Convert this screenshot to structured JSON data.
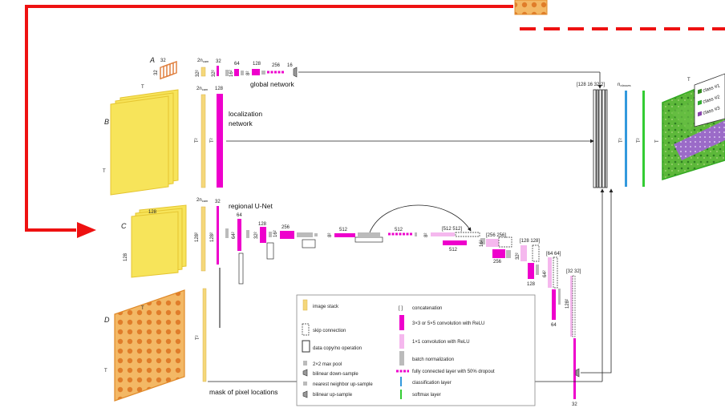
{
  "panels": {
    "A": "A",
    "B": "B",
    "C": "C",
    "D": "D"
  },
  "dims": {
    "a_32a": "32",
    "a_32b": "32",
    "b_T_top": "T",
    "b_T_side": "T",
    "c_128_top": "128",
    "c_128_side": "128",
    "d_T_top": "T",
    "d_T_side": "T"
  },
  "sections": {
    "global": "global network",
    "localization": "localization\nnetwork",
    "regional": "regional U-Net",
    "mask": "mask of pixel locations"
  },
  "row_labels": {
    "g_2ncam": "2n",
    "g_cam": "cam",
    "g_32": "32",
    "g_64": "64",
    "g_128": "128",
    "g_256": "256",
    "g_16": "16",
    "g_32sq": "32²",
    "g_32sq2": "32²",
    "g_16sq": "16²",
    "g_8sq": "8²",
    "l_2ncam": "2n",
    "l_cam": "cam",
    "l_128": "128",
    "l_T2a": "T²",
    "l_T2b": "T²",
    "u_2ncam": "2n",
    "u_cam": "cam",
    "u_32": "32",
    "u_64": "64",
    "u_128": "128",
    "u_256": "256",
    "u_512a": "512",
    "u_512b": "512",
    "u_512c": "512",
    "u_128sq": "128²",
    "u_128sq2": "128²",
    "u_64sq": "64²",
    "u_32sq": "32²",
    "u_16sq": "16²",
    "u_8sq": "8²",
    "u_8sq2": "8²",
    "d_concat512": "[512 512]",
    "d_concat256": "[256 256]",
    "d_concat128": "[128 128]",
    "d_concat64": "[64 64]",
    "d_concat32": "[32 32]",
    "d_16sq": "16²",
    "d_32sq": "32²",
    "d_64sq": "64²",
    "d_128sq": "128²",
    "d_512": "512",
    "d_256": "256",
    "d_128": "128",
    "d_64": "64",
    "d_32": "32",
    "m_T2": "T²"
  },
  "output": {
    "concat": "[128 16 32 2]",
    "nclasses": "n",
    "nclasses_sub": "classes",
    "T2a": "T²",
    "T2b": "T²",
    "T": "T",
    "T_top": "T"
  },
  "classes": [
    "class #1",
    "class #2",
    "class #3"
  ],
  "legend": {
    "left": [
      "image stack",
      "skip connection",
      "data copy/no operation",
      "2×2 max pool",
      "bilinear down-sample",
      "nearest neighbor up-sample",
      "bilinear up-sample"
    ],
    "right": [
      "concatenation",
      "3×3 or 5×5 convolution with ReLU",
      "1×1 convolution with ReLU",
      "batch normalization",
      "fully connected layer with 50% dropout",
      "classification layer",
      "softmax layer"
    ],
    "concat_symbol": "[ ]"
  },
  "colors": {
    "image_stack": "#f5d77a",
    "conv3x3": "#ee00cc",
    "conv1x1": "#f5b8ee",
    "batchnorm": "#bbbbbb",
    "classification": "#3399dd",
    "softmax": "#33cc33",
    "red_arrow": "#ee1111",
    "orange": "#e8883a",
    "yellow": "#f7e45a",
    "green_map": "#77cc44",
    "purple": "#8844aa"
  }
}
